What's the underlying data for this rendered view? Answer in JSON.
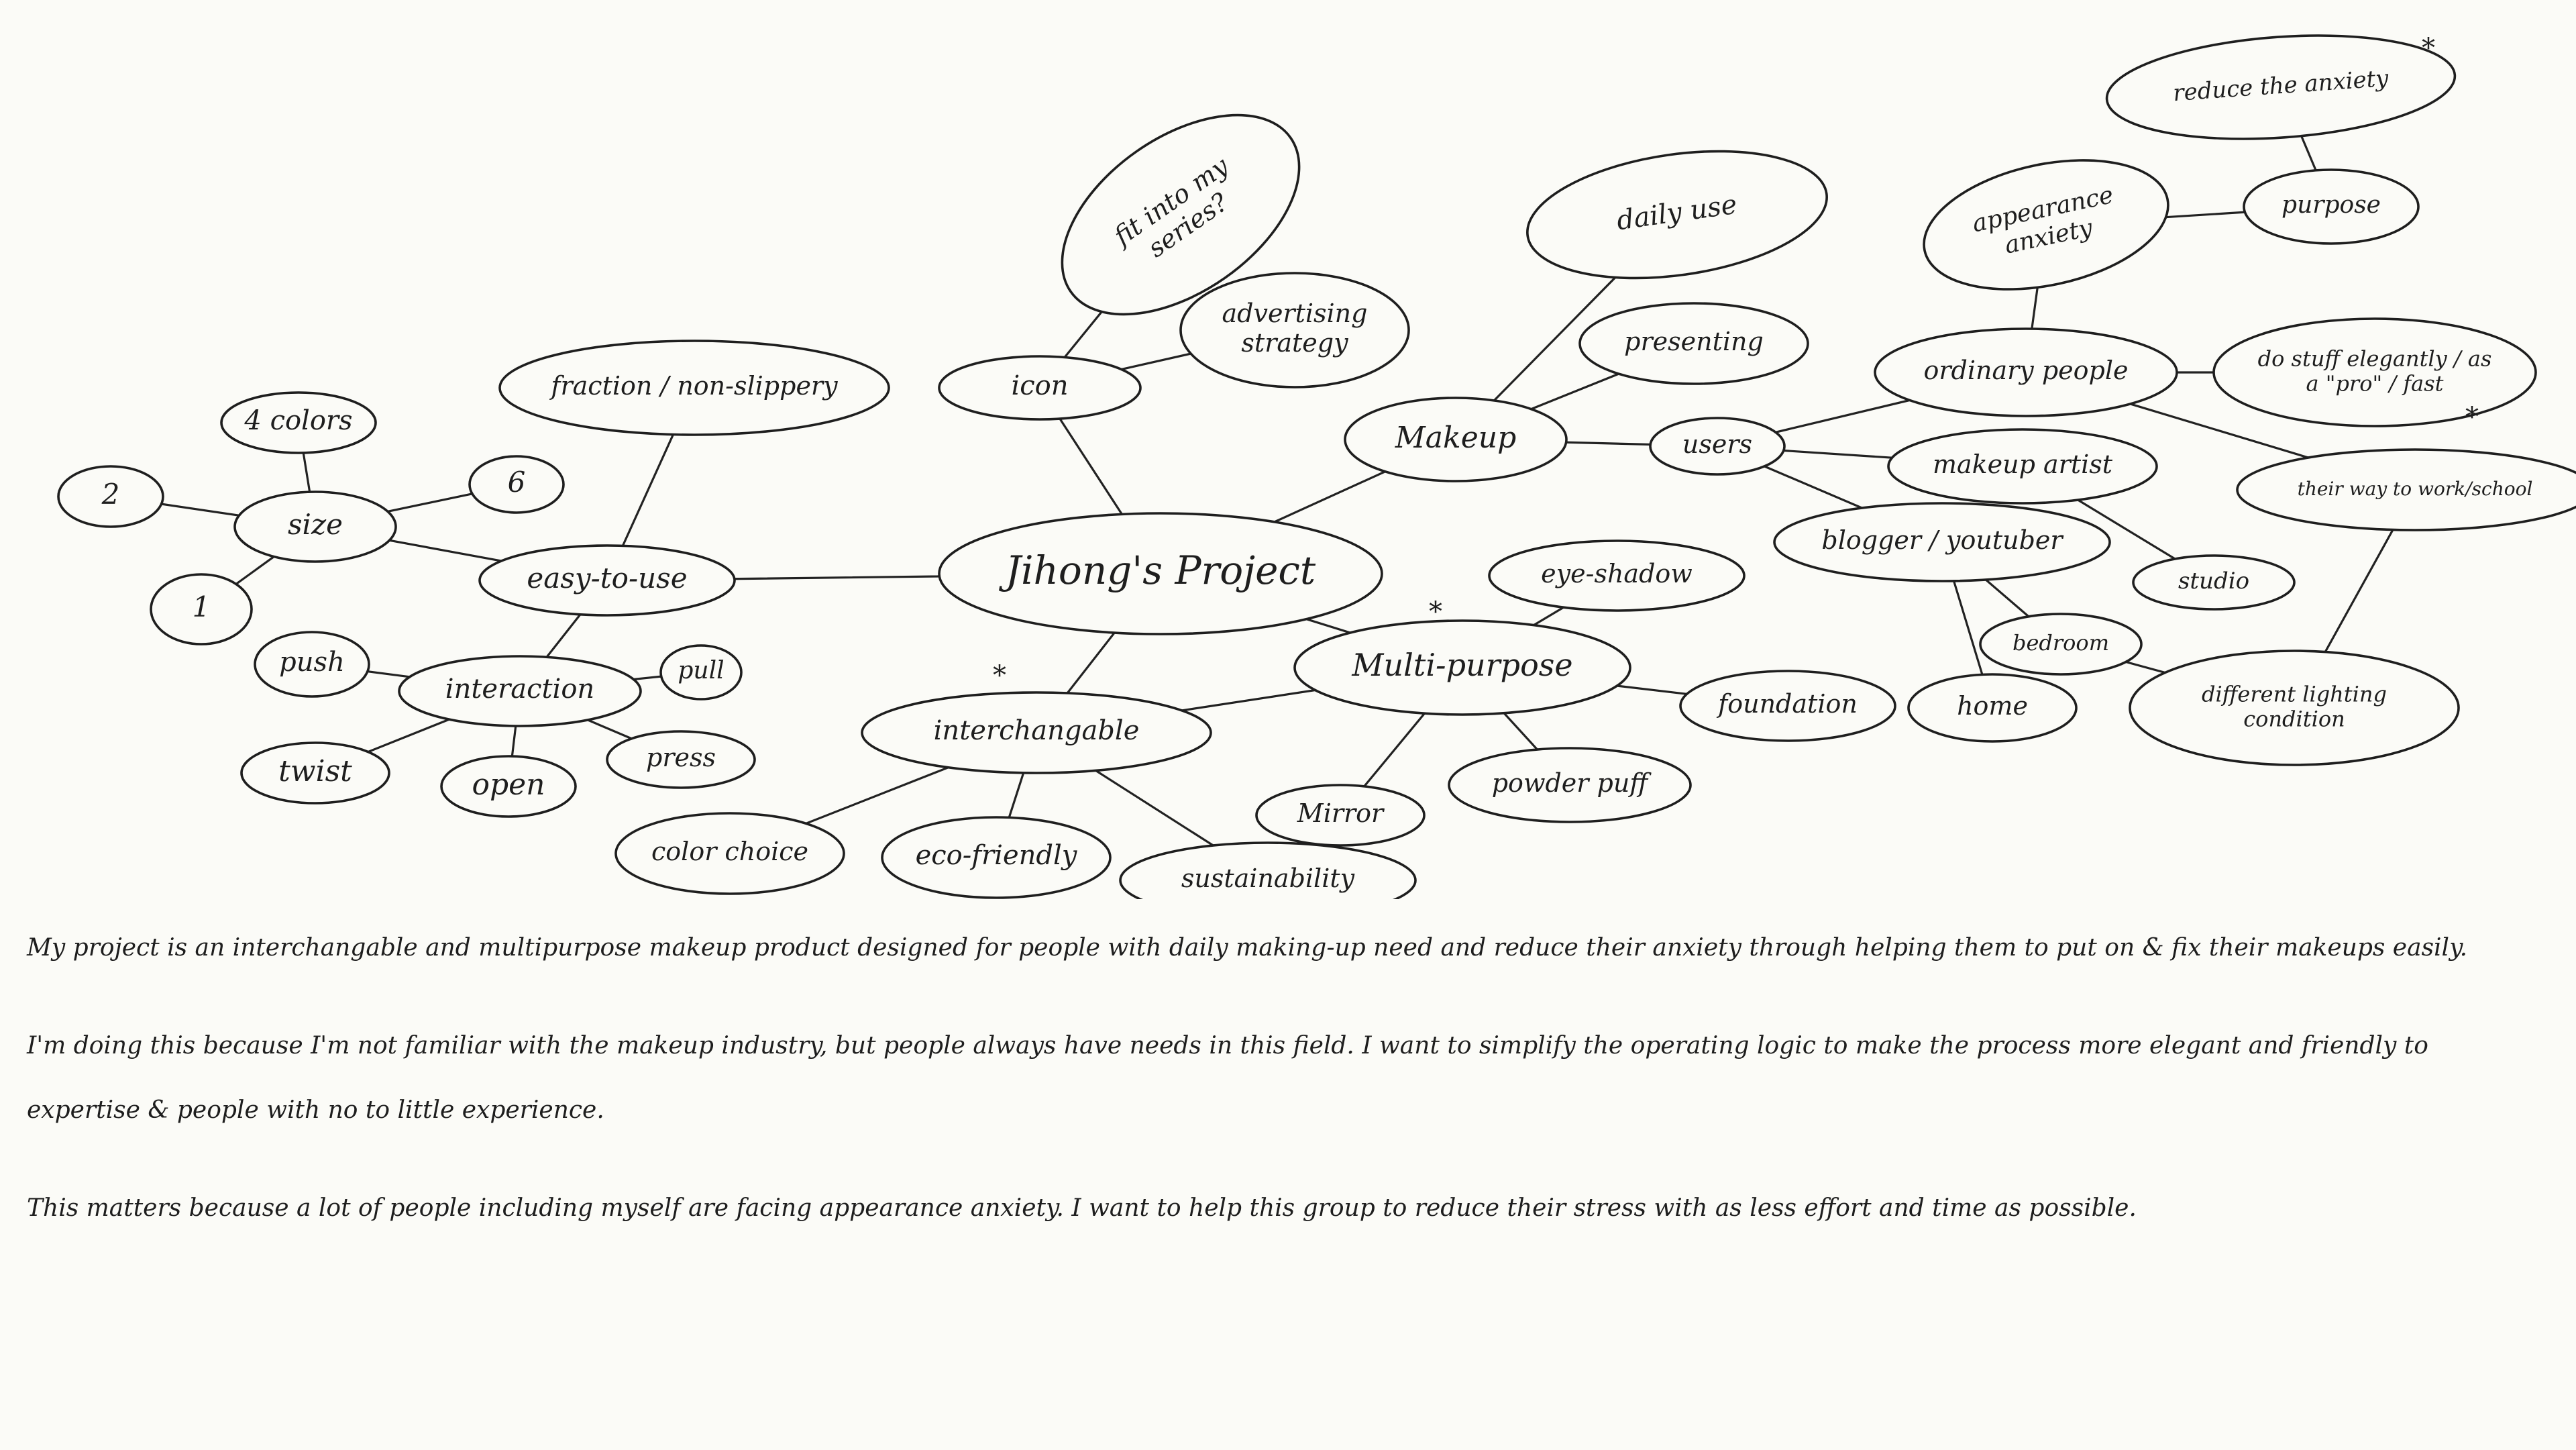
{
  "diagram": {
    "nodes": [
      {
        "id": "center",
        "label": "Jihong's Project"
      },
      {
        "id": "easy",
        "label": "easy-to-use"
      },
      {
        "id": "size",
        "label": "size"
      },
      {
        "id": "colors4",
        "label": "4 colors"
      },
      {
        "id": "n2",
        "label": "2"
      },
      {
        "id": "n6",
        "label": "6"
      },
      {
        "id": "n1",
        "label": "1"
      },
      {
        "id": "fraction",
        "label": "fraction / non-slippery"
      },
      {
        "id": "interaction",
        "label": "interaction"
      },
      {
        "id": "push",
        "label": "push"
      },
      {
        "id": "pull",
        "label": "pull"
      },
      {
        "id": "twist",
        "label": "twist"
      },
      {
        "id": "open",
        "label": "open"
      },
      {
        "id": "press",
        "label": "press"
      },
      {
        "id": "icon",
        "label": "icon"
      },
      {
        "id": "fit",
        "label": "fit into my series?"
      },
      {
        "id": "adv",
        "label": "advertising strategy"
      },
      {
        "id": "interchangable",
        "label": "interchangable"
      },
      {
        "id": "colorchoice",
        "label": "color choice"
      },
      {
        "id": "eco",
        "label": "eco-friendly"
      },
      {
        "id": "sustain",
        "label": "sustainability"
      },
      {
        "id": "multi",
        "label": "Multi-purpose"
      },
      {
        "id": "eyeshadow",
        "label": "eye-shadow"
      },
      {
        "id": "mirror",
        "label": "Mirror"
      },
      {
        "id": "puff",
        "label": "powder puff"
      },
      {
        "id": "foundation",
        "label": "foundation"
      },
      {
        "id": "makeup",
        "label": "Makeup"
      },
      {
        "id": "daily",
        "label": "daily use"
      },
      {
        "id": "presenting",
        "label": "presenting"
      },
      {
        "id": "users",
        "label": "users"
      },
      {
        "id": "ordinary",
        "label": "ordinary people"
      },
      {
        "id": "artist",
        "label": "makeup artist"
      },
      {
        "id": "blogger",
        "label": "blogger / youtuber"
      },
      {
        "id": "appearance",
        "label": "appearance anxiety"
      },
      {
        "id": "purpose",
        "label": "purpose"
      },
      {
        "id": "reduce",
        "label": "reduce the anxiety"
      },
      {
        "id": "dostuff",
        "label": "do stuff elegantly / as a \"pro\" / fast"
      },
      {
        "id": "way",
        "label": "their way to work/school"
      },
      {
        "id": "studio",
        "label": "studio"
      },
      {
        "id": "bedroom",
        "label": "bedroom"
      },
      {
        "id": "home",
        "label": "home"
      },
      {
        "id": "lighting",
        "label": "different lighting condition"
      }
    ],
    "edges": [
      [
        "center",
        "easy"
      ],
      [
        "easy",
        "size"
      ],
      [
        "size",
        "colors4"
      ],
      [
        "size",
        "n2"
      ],
      [
        "size",
        "n6"
      ],
      [
        "size",
        "n1"
      ],
      [
        "easy",
        "fraction"
      ],
      [
        "easy",
        "interaction"
      ],
      [
        "interaction",
        "push"
      ],
      [
        "interaction",
        "pull"
      ],
      [
        "interaction",
        "twist"
      ],
      [
        "interaction",
        "open"
      ],
      [
        "interaction",
        "press"
      ],
      [
        "center",
        "icon"
      ],
      [
        "icon",
        "fit"
      ],
      [
        "icon",
        "adv"
      ],
      [
        "center",
        "interchangable"
      ],
      [
        "interchangable",
        "colorchoice"
      ],
      [
        "interchangable",
        "eco"
      ],
      [
        "interchangable",
        "sustain"
      ],
      [
        "interchangable",
        "multi"
      ],
      [
        "center",
        "multi"
      ],
      [
        "multi",
        "eyeshadow"
      ],
      [
        "multi",
        "mirror"
      ],
      [
        "multi",
        "puff"
      ],
      [
        "multi",
        "foundation"
      ],
      [
        "center",
        "makeup"
      ],
      [
        "makeup",
        "daily"
      ],
      [
        "makeup",
        "presenting"
      ],
      [
        "makeup",
        "users"
      ],
      [
        "users",
        "ordinary"
      ],
      [
        "users",
        "artist"
      ],
      [
        "users",
        "blogger"
      ],
      [
        "ordinary",
        "appearance"
      ],
      [
        "appearance",
        "purpose"
      ],
      [
        "purpose",
        "reduce"
      ],
      [
        "ordinary",
        "dostuff"
      ],
      [
        "ordinary",
        "way"
      ],
      [
        "artist",
        "studio"
      ],
      [
        "blogger",
        "bedroom"
      ],
      [
        "blogger",
        "home"
      ],
      [
        "bedroom",
        "lighting"
      ],
      [
        "way",
        "lighting"
      ]
    ],
    "marks": [
      "*",
      "*",
      "*",
      "*"
    ]
  },
  "notes": {
    "p1": "My project is an interchangable and multipurpose makeup product designed for people with daily making-up need and reduce their anxiety through helping them to put on & fix their makeups easily.",
    "p2": "I'm doing this because I'm not familiar with the makeup industry, but people always have needs in this field. I want to simplify the operating logic to make the process more elegant and friendly to expertise & people with no to little experience.",
    "p3": "This matters because a lot of people including myself are facing appearance anxiety. I want to help this group to reduce their stress with as less effort and time as possible."
  }
}
